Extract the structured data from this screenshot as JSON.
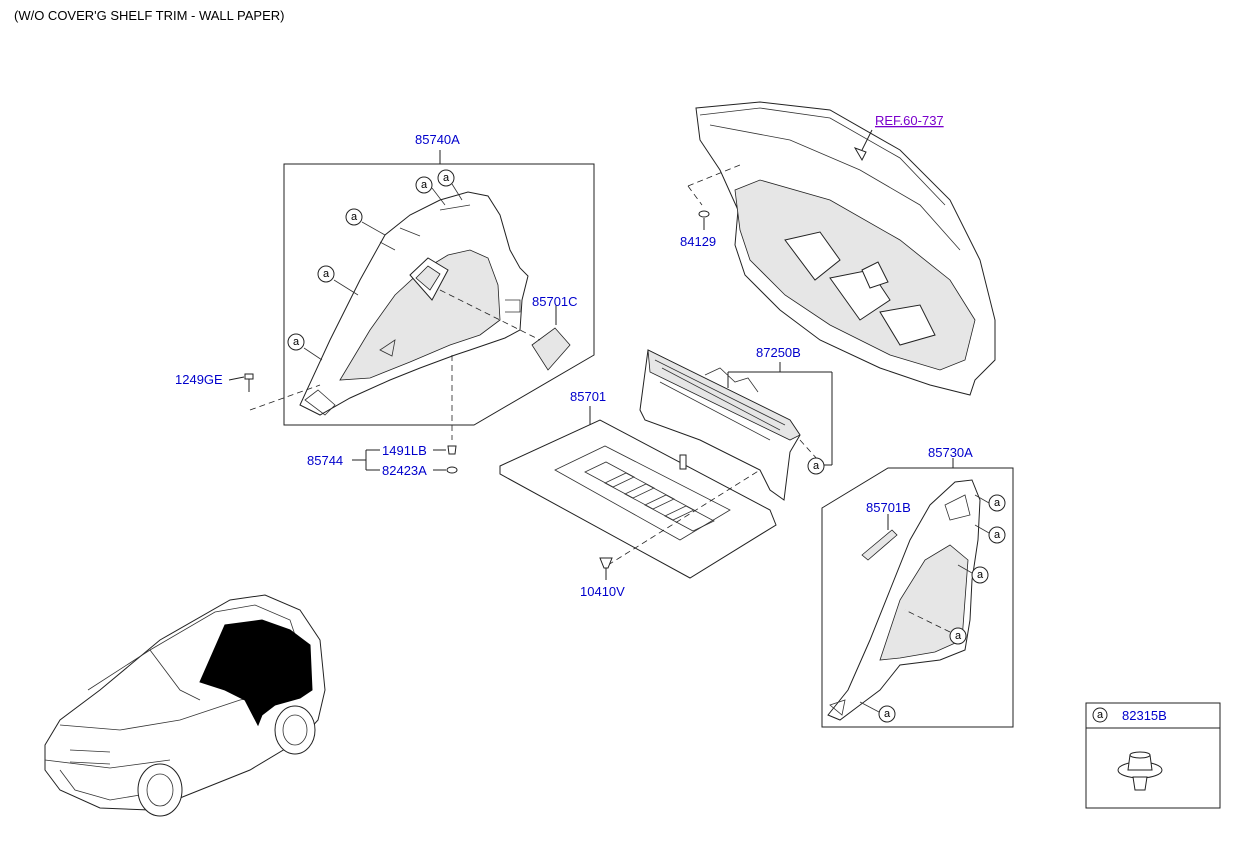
{
  "title": "(W/O COVER'G SHELF TRIM - WALL PAPER)",
  "parts": {
    "p85740A": "85740A",
    "p85701C": "85701C",
    "p1249GE": "1249GE",
    "p85744": "85744",
    "p1491LB": "1491LB",
    "p82423A": "82423A",
    "p85701": "85701",
    "p10410V": "10410V",
    "p87250B": "87250B",
    "p84129": "84129",
    "ref": "REF.60-737",
    "p85730A": "85730A",
    "p85701B": "85701B",
    "p82315B": "82315B"
  },
  "callout_letter": "a",
  "colors": {
    "label": "#0000cc",
    "ref_label": "#7a00cc",
    "line": "#222222"
  }
}
